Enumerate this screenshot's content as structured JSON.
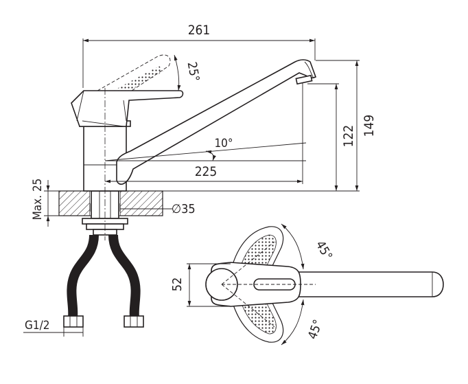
{
  "dimensions": {
    "overall_length": "261",
    "handle_angle": "25°",
    "spout_angle": "10°",
    "spout_reach": "225",
    "spout_height": "122",
    "total_height": "149",
    "max_counter_thickness": "Max. 25",
    "hole_diameter": "∅35",
    "body_width": "52",
    "swivel_angle_top": "45°",
    "swivel_angle_bottom": "45°",
    "hose_thread": "G1/2"
  },
  "colors": {
    "line": "#231f20",
    "background": "#ffffff"
  }
}
